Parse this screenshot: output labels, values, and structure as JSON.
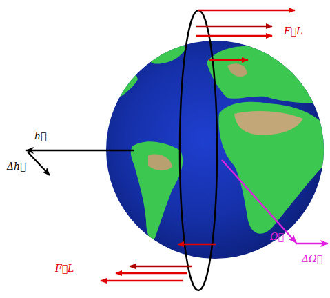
{
  "diagram": {
    "labels": [
      "F⃗L",
      "h⃗",
      "Δh⃗",
      "Ω⃗",
      "ΔΩ⃗",
      "F⃗L"
    ]
  }
}
